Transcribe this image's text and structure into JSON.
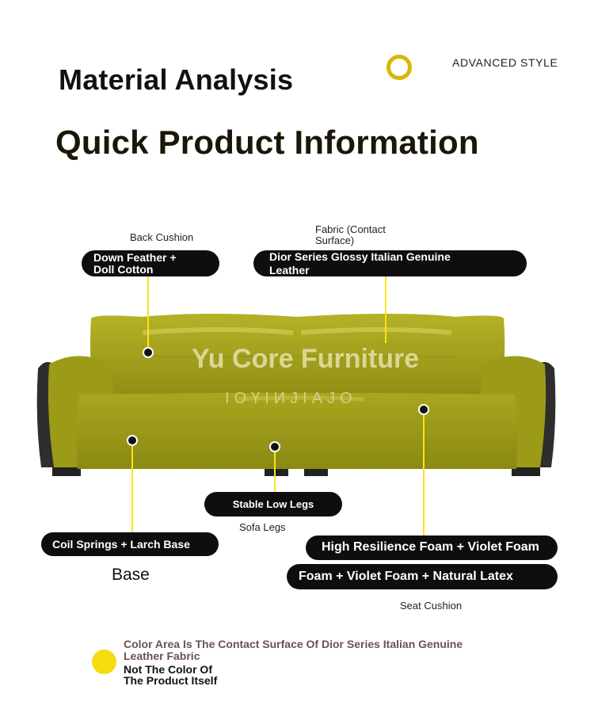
{
  "header": {
    "title": "Material Analysis",
    "subtitle": "Quick Product Information",
    "style_tag": "ADVANCED STYLE"
  },
  "watermark": {
    "brand": "Yu Core Furniture",
    "sub": "ӀОҮІИЈІАЈО"
  },
  "labels": {
    "back_cushion": {
      "caption": "Back Cushion",
      "line1": "Down Feather +",
      "line2": "Doll Cotton"
    },
    "fabric": {
      "caption_line1": "Fabric (Contact",
      "caption_line2": "Surface)",
      "line1": "Dior Series Glossy Italian Genuine",
      "line2": "Leather"
    },
    "legs": {
      "pill": "Stable Low Legs",
      "caption": "Sofa Legs"
    },
    "base": {
      "pill": "Coil Springs + Larch Base",
      "caption": "Base"
    },
    "seat_cushion": {
      "pill1": "High Resilience Foam + Violet Foam",
      "pill2": "Foam + Violet Foam + Natural Latex",
      "caption": "Seat Cushion"
    }
  },
  "legend": {
    "note_line1": "Color Area Is The Contact Surface Of Dior Series Italian Genuine",
    "note_line2": "Leather Fabric",
    "note_line3": "Not The Color Of",
    "note_line4": "The Product Itself"
  },
  "colors": {
    "sofa": "#a3a21a",
    "sofa_dark": "#7e7d12",
    "sofa_light": "#c4c140",
    "accent_yellow": "#f5dd11",
    "pill_bg": "#0e0e0e"
  }
}
